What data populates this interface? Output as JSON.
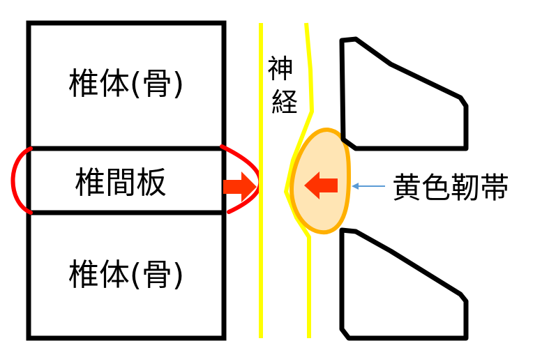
{
  "labels": {
    "vertebra_top": "椎体(骨)",
    "disc": "椎間板",
    "vertebra_bottom": "椎体(骨)",
    "nerve": "神経",
    "ligament": "黄色靭帯"
  },
  "colors": {
    "outline": "#000000",
    "disc_bulge": "#ff0000",
    "nerve": "#ffff00",
    "ligament_fill": "#ffe5b4",
    "ligament_stroke": "#ffb000",
    "arrow": "#ff3300",
    "pointer": "#5b9bd5"
  }
}
